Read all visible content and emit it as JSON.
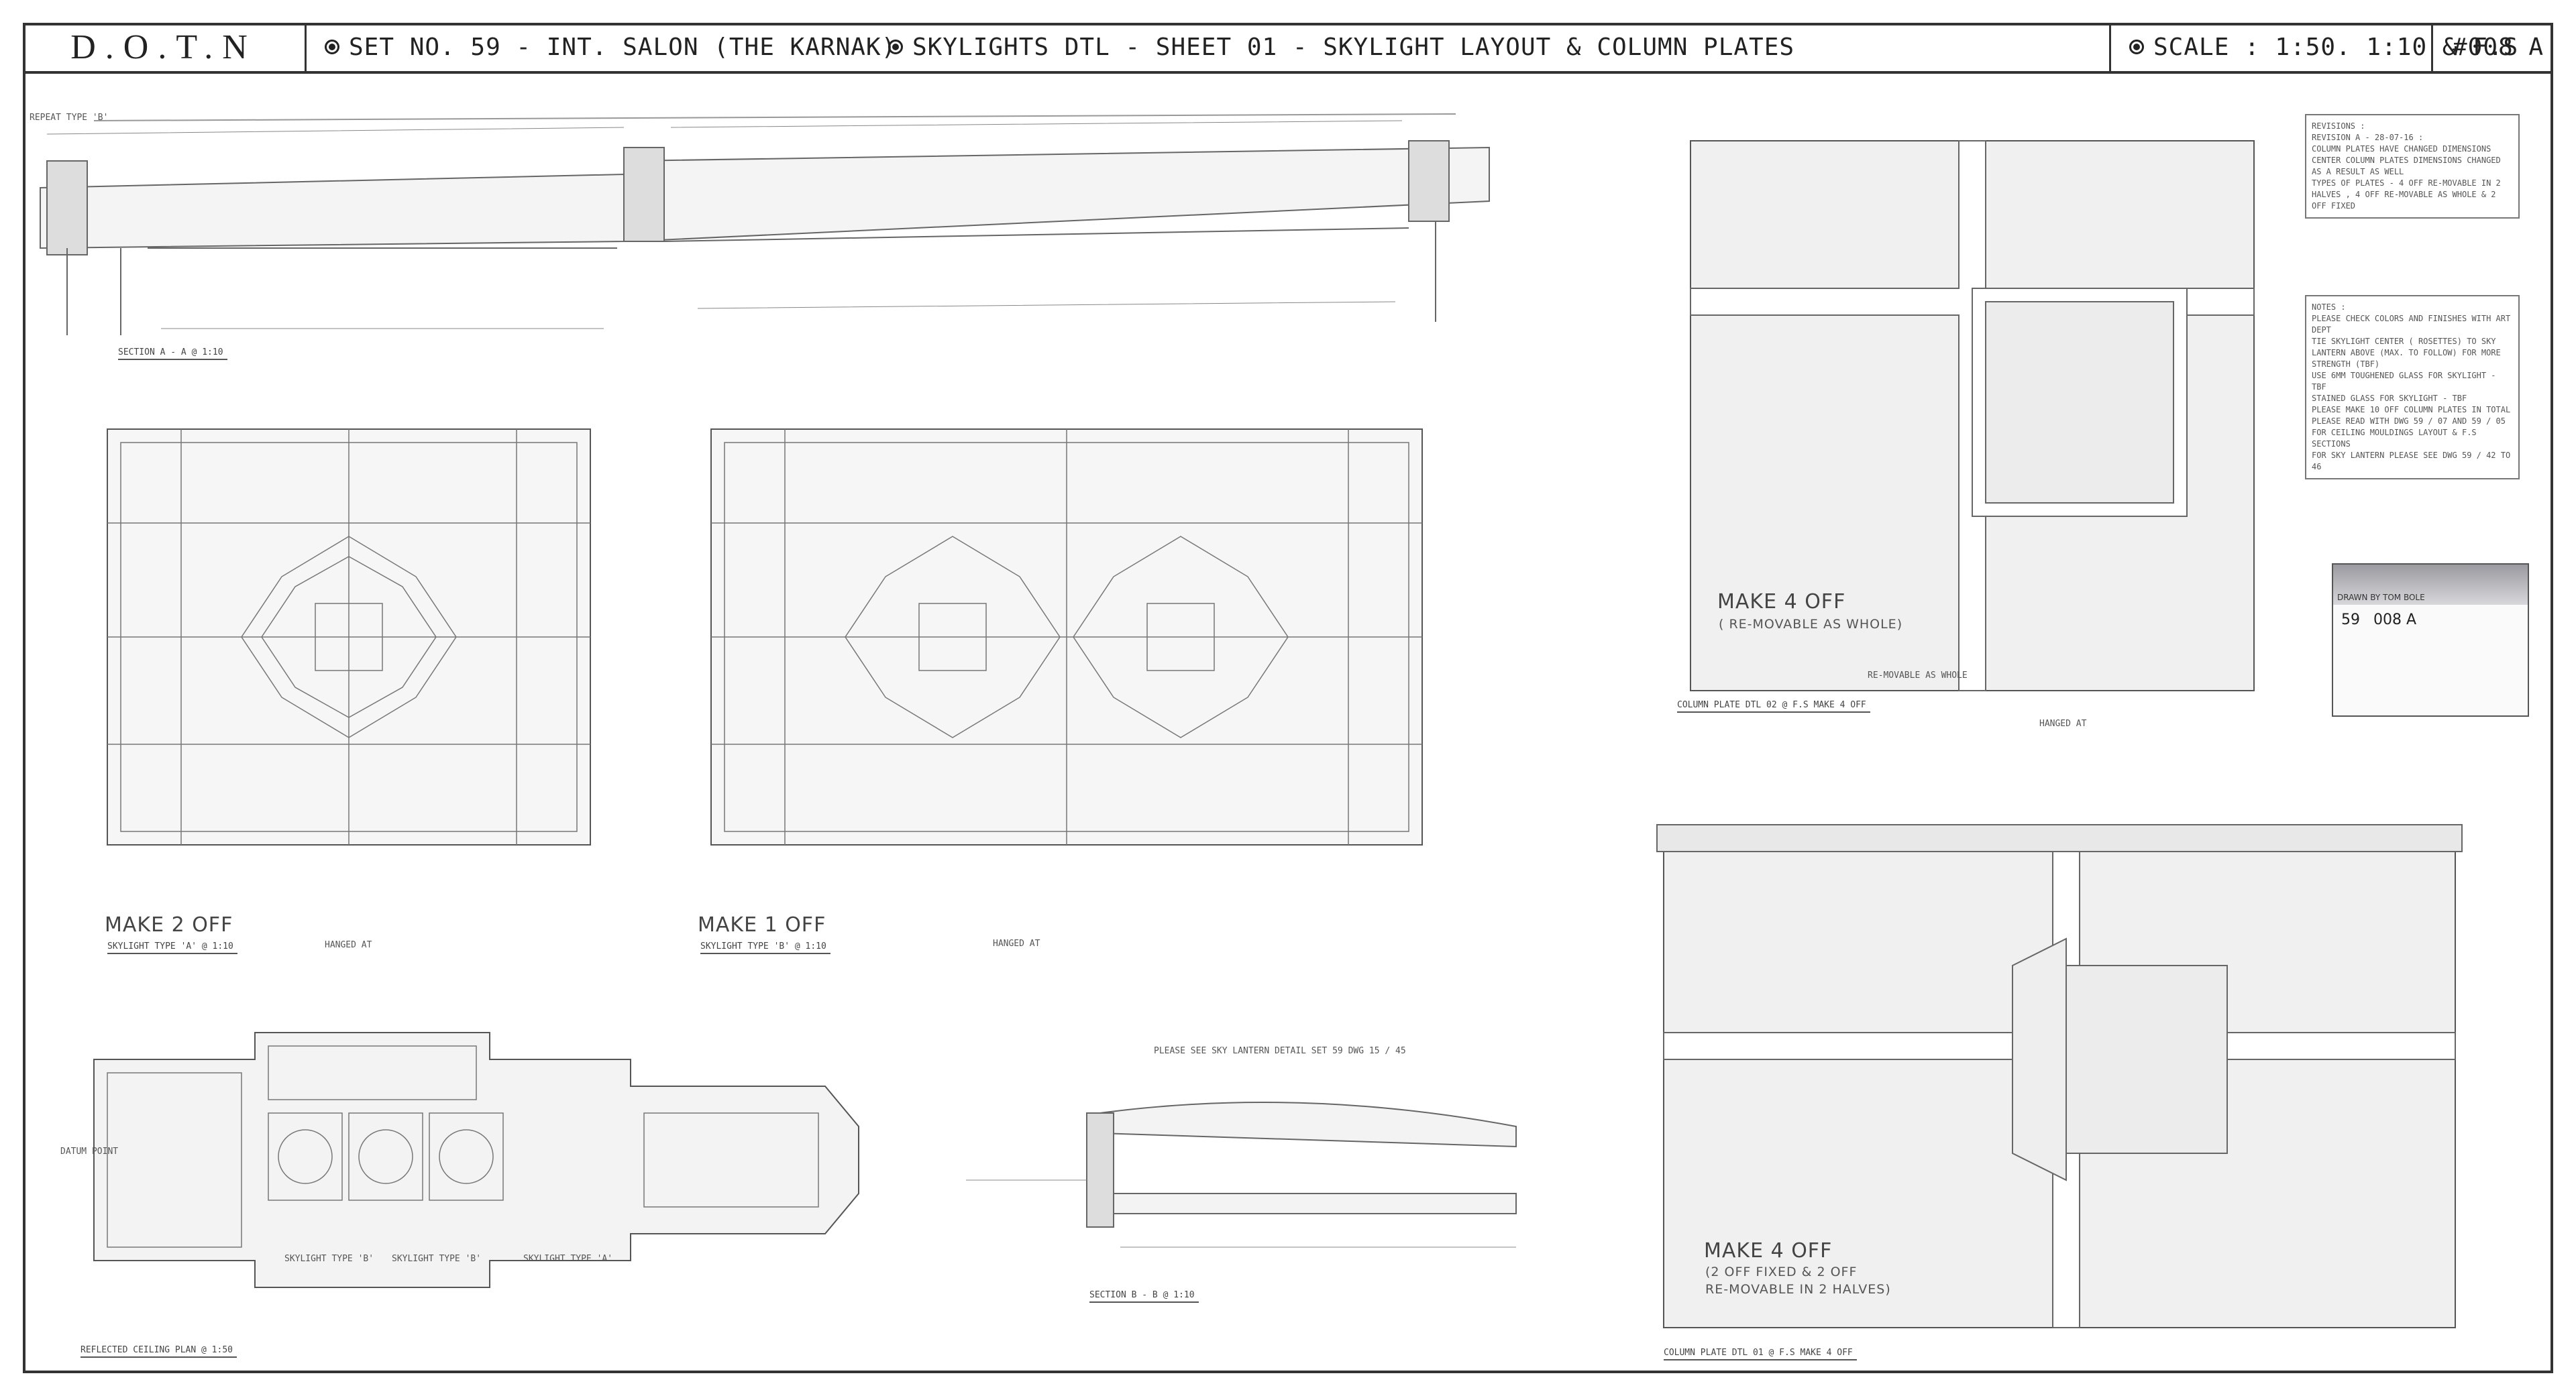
{
  "title_bar": {
    "logo": "D.O.T.N",
    "set": "SET NO. 59  -  INT. SALON (THE KARNAK)",
    "sheet": "SKYLIGHTS DTL  - SHEET 01 - SKYLIGHT LAYOUT & COLUMN PLATES",
    "scale": "SCALE :   1:50. 1:10 & F.S",
    "drawing_no": "#008 A"
  },
  "drawings": {
    "section_aa": {
      "caption": "SECTION A - A     @ 1:10",
      "repeat": "REPEAT TYPE 'B'"
    },
    "skylight_a": {
      "caption": "SKYLIGHT TYPE 'A'     @ 1:10",
      "make": "MAKE 2 OFF",
      "hanged": "HANGED AT"
    },
    "skylight_b": {
      "caption": "SKYLIGHT TYPE 'B'     @ 1:10",
      "make": "MAKE 1 OFF",
      "hanged": "HANGED AT"
    },
    "reflected": {
      "caption": "REFLECTED CEILING PLAN     @ 1:50",
      "datum": "DATUM POINT",
      "label_a": "SKYLIGHT TYPE 'B'",
      "label_b": "SKYLIGHT TYPE 'B'",
      "label_c": "SKYLIGHT TYPE 'A'"
    },
    "section_bb": {
      "caption": "SECTION B - B     @ 1:10",
      "note": "PLEASE SEE SKY LANTERN DETAIL SET 59 DWG 15 / 45"
    },
    "column_plate_02": {
      "caption": "COLUMN PLATE DTL 02     @ F.S     MAKE 4 OFF",
      "make": "MAKE 4 OFF",
      "sub": "( RE-MOVABLE AS WHOLE)",
      "removable": "RE-MOVABLE AS WHOLE"
    },
    "column_plate_01": {
      "caption": "COLUMN PLATE DTL 01     @ F.S     MAKE 4 OFF",
      "make": "MAKE 4 OFF",
      "sub1": "(2 OFF FIXED & 2 OFF",
      "sub2": "RE-MOVABLE IN 2 HALVES)",
      "hanged": "HANGED AT"
    }
  },
  "revisions": {
    "heading": "REVISIONS :",
    "lines": [
      "REVISION A - 28-07-16 :",
      "COLUMN PLATES HAVE CHANGED DIMENSIONS",
      "CENTER COLUMN PLATES DIMENSIONS CHANGED AS A RESULT AS WELL",
      "TYPES OF PLATES - 4 OFF RE-MOVABLE IN 2 HALVES , 4 OFF RE-MOVABLE AS WHOLE  &  2 OFF FIXED"
    ]
  },
  "notes": {
    "heading": "NOTES :",
    "lines": [
      "PLEASE CHECK COLORS AND FINISHES WITH ART DEPT",
      "TIE SKYLIGHT CENTER ( ROSETTES) TO SKY LANTERN ABOVE (MAX. TO FOLLOW) FOR MORE STRENGTH (TBF)",
      "USE 6MM TOUGHENED GLASS FOR SKYLIGHT - TBF",
      "STAINED GLASS FOR SKYLIGHT - TBF",
      "PLEASE MAKE 10 OFF COLUMN PLATES IN TOTAL",
      "PLEASE READ WITH DWG 59 / 07 AND 59 / 05 FOR CEILING MOULDINGS LAYOUT & F.S SECTIONS",
      "FOR SKY LANTERN PLEASE SEE DWG 59 / 42 TO 46"
    ]
  },
  "title_block": {
    "header": "DRAWN BY TOM BOLE",
    "set": "59",
    "drawing": "008 A"
  }
}
